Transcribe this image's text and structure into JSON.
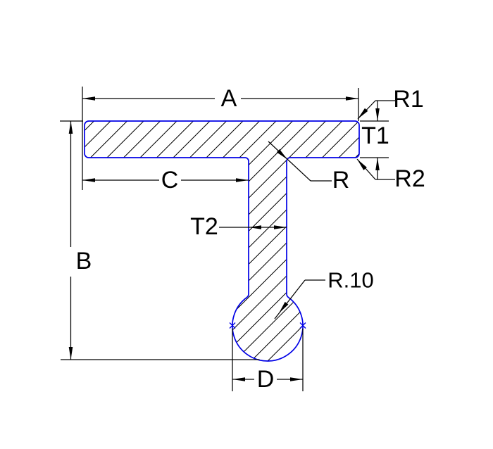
{
  "title": "T-profile cross-section engineering drawing",
  "colors": {
    "background": "#ffffff",
    "profile_outline": "#0000e6",
    "dimension": "#000000",
    "hatch": "#000000"
  },
  "labels": {
    "A": "A",
    "B": "B",
    "C": "C",
    "D": "D",
    "T1": "T1",
    "T2": "T2",
    "R": "R",
    "R1": "R1",
    "R2": "R2",
    "R10": "R.10"
  }
}
